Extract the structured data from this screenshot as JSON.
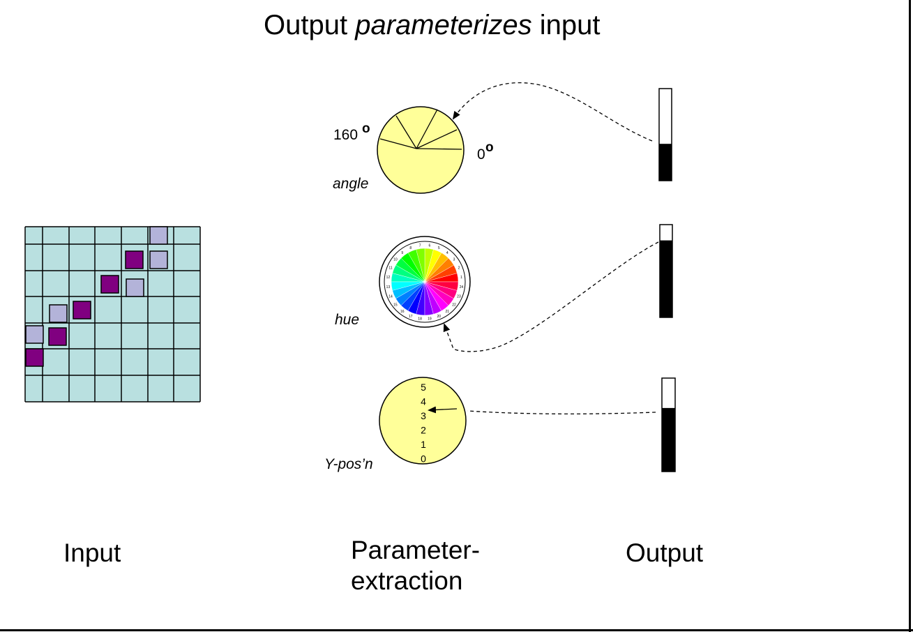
{
  "title": {
    "part1": "Output ",
    "emphasis": "parameterizes",
    "part2": " input"
  },
  "bottom_labels": {
    "input": "Input",
    "parameter_line1": "Parameter-",
    "parameter_line2": "extraction",
    "output": "Output"
  },
  "angle_dial": {
    "label": "angle",
    "max_label": "160",
    "min_label": "0",
    "degree_mark": "o",
    "fill": "#ffff99"
  },
  "hue_wheel": {
    "label": "hue",
    "segments": 24,
    "outer_numbers": [
      "1",
      "2",
      "3",
      "4",
      "5",
      "6",
      "7",
      "8",
      "9",
      "10",
      "11",
      "12",
      "13",
      "14",
      "15",
      "16",
      "17",
      "18",
      "19",
      "20",
      "21",
      "22",
      "23",
      "24"
    ]
  },
  "ypos_dial": {
    "label": "Y-pos’n",
    "scale": [
      "5",
      "4",
      "3",
      "2",
      "1",
      "0"
    ],
    "fill": "#ffff99"
  },
  "output_meters": [
    {
      "name": "angle-meter",
      "level": 0.4
    },
    {
      "name": "hue-meter",
      "level": 0.83
    },
    {
      "name": "ypos-meter",
      "level": 0.68
    }
  ],
  "input_grid": {
    "rows": 7,
    "cols": 7,
    "cell_color": "#b9e0e0",
    "dark_square": "#800080",
    "light_square": "#b3b3d9"
  }
}
